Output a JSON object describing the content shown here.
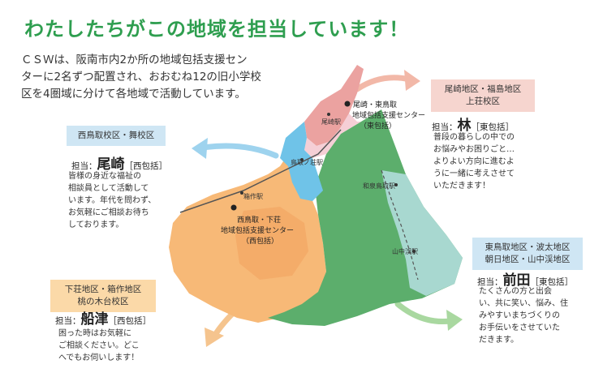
{
  "title": "わたしたちがこの地域を担当しています！",
  "intro": {
    "line1": "ＣＳＷは、阪南市内2か所の地域包括支援セン",
    "line2": "ターに2名ずつ配置され、おおむね12の旧小学校",
    "line3": "区を4圏域に分けて各地域で活動しています。"
  },
  "map": {
    "center_east": {
      "line1": "尾崎・東鳥取",
      "line2": "地域包括支援センター",
      "line3": "（東包括）"
    },
    "center_west": {
      "line1": "西鳥取・下荘",
      "line2": "地域包括支援センター",
      "line3": "（西包括）"
    },
    "stations": {
      "ozaki": "尾崎駅",
      "tottorinosho": "鳥取ノ荘駅",
      "hakotsukuri": "箱作駅",
      "izumitottori": "和泉鳥取駅",
      "yamanakadani": "山中渓駅"
    }
  },
  "areas": {
    "nishitottori": {
      "box": "西鳥取校区・舞校区",
      "role": "担当：",
      "name": "尾崎",
      "office": "［西包括］",
      "message": [
        "皆様の身近な福祉の",
        "相談員として活動して",
        "います。年代を問わず、",
        "お気軽にご相談お待ち",
        "しております。"
      ]
    },
    "ozaki": {
      "box1": "尾崎地区・福島地区",
      "box2": "上荘校区",
      "role": "担当：",
      "name": "林",
      "office": "［東包括］",
      "message": [
        "普段の暮らしの中での",
        "お悩みやお困りごと…",
        "よりよい方向に進むよ",
        "うに一緒に考えさせて",
        "いただきます！"
      ]
    },
    "shimosho": {
      "box1": "下荘地区・箱作地区",
      "box2": "桃の木台校区",
      "role": "担当：",
      "name": "船津",
      "office": "［西包括］",
      "message": [
        "困った時はお気軽に",
        "ご相談ください。どこ",
        "へでもお伺いします！"
      ]
    },
    "higashitottori": {
      "box1": "東鳥取地区・波太地区",
      "box2": "朝日地区・山中渓地区",
      "role": "担当：",
      "name": "前田",
      "office": "［東包括］",
      "message": [
        "たくさんの方と出会",
        "い、共に笑い、悩み、住",
        "みやすいまちづくりの",
        "お手伝いをさせていた",
        "だきます。"
      ]
    }
  },
  "colors": {
    "title": "#2e9e4f",
    "area_west": "#f7b977",
    "area_east": "#5cae6c",
    "area_blue": "#6fc3e8",
    "area_pink": "#eba2a0",
    "label_blue": "#cfe6f4"
  }
}
